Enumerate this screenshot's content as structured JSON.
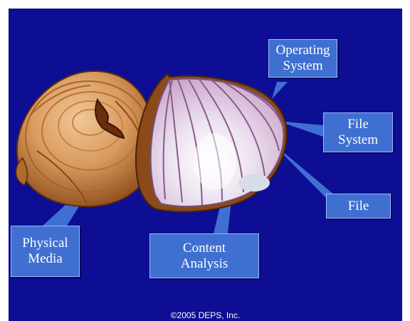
{
  "slide": {
    "background_color": "#0d0e94",
    "callout_color": "#3f6fd0",
    "footer": "©2005 DEPS, Inc."
  },
  "callouts": {
    "operating_system": {
      "line1": "Operating",
      "line2": "System"
    },
    "file_system": {
      "line1": "File",
      "line2": "System"
    },
    "file": {
      "line1": "File"
    },
    "physical_media": {
      "line1": "Physical",
      "line2": "Media"
    },
    "content_analysis": {
      "line1": "Content",
      "line2": "Analysis"
    }
  },
  "illustration": {
    "left_object": "whole-onion-icon",
    "right_object": "cut-onion-half-icon"
  }
}
